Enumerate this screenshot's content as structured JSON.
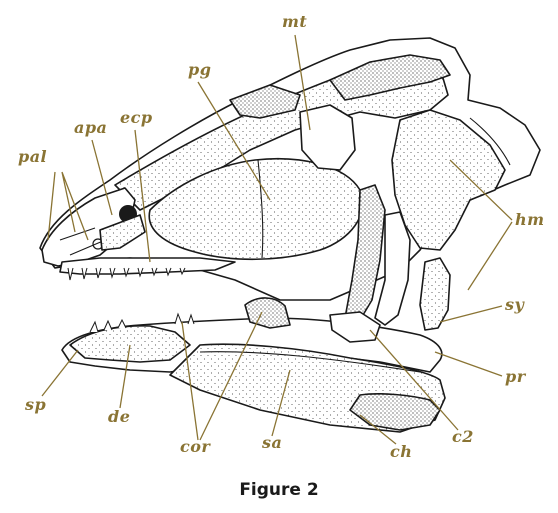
{
  "caption": "Figure 2",
  "colors": {
    "label": "#8a7434",
    "line": "#1a1a1a",
    "leader": "#8a7434",
    "background": "#ffffff"
  },
  "labels": {
    "pal": "pal",
    "apa": "apa",
    "ecp": "ecp",
    "pg": "pg",
    "mt": "mt",
    "hm": "hm",
    "sy": "sy",
    "pr": "pr",
    "c2": "c2",
    "ch": "ch",
    "sa": "sa",
    "cor": "cor",
    "de": "de",
    "sp": "sp"
  }
}
